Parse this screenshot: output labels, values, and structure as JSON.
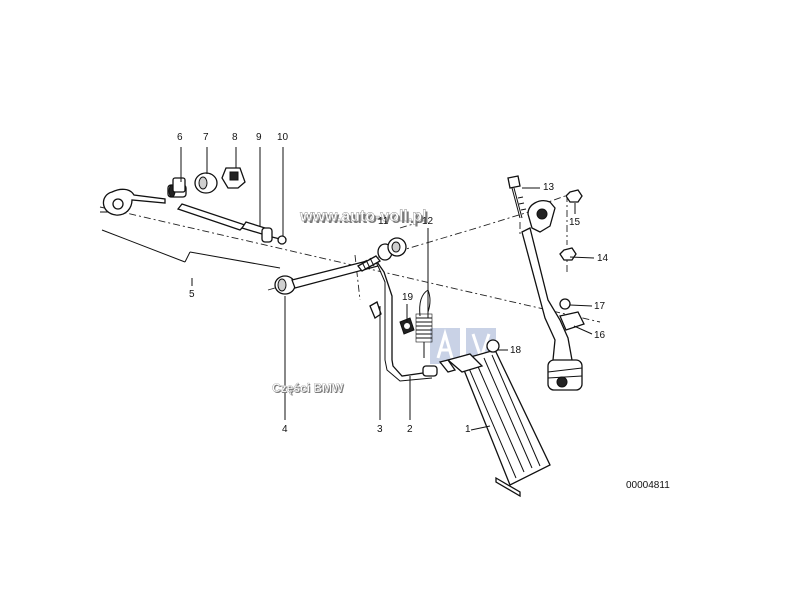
{
  "diagram_id": "00004811",
  "watermark_url": "www.auto-voll.pl",
  "watermark_brand": "Części BMW",
  "watermark_colors": {
    "text": "#ffffff",
    "shadow": "#7b7b7b",
    "logo": "#c9d2e6"
  },
  "callouts": [
    {
      "id": "c1",
      "text": "1"
    },
    {
      "id": "c2",
      "text": "2"
    },
    {
      "id": "c3",
      "text": "3"
    },
    {
      "id": "c4",
      "text": "4"
    },
    {
      "id": "c5",
      "text": "5"
    },
    {
      "id": "c6",
      "text": "6"
    },
    {
      "id": "c7",
      "text": "7"
    },
    {
      "id": "c8",
      "text": "8"
    },
    {
      "id": "c9",
      "text": "9"
    },
    {
      "id": "c10",
      "text": "10"
    },
    {
      "id": "c11",
      "text": "11"
    },
    {
      "id": "c12",
      "text": "12"
    },
    {
      "id": "c13",
      "text": "13"
    },
    {
      "id": "c14",
      "text": "14"
    },
    {
      "id": "c15",
      "text": "15"
    },
    {
      "id": "c16",
      "text": "16"
    },
    {
      "id": "c17",
      "text": "17"
    },
    {
      "id": "c18",
      "text": "18"
    },
    {
      "id": "c19",
      "text": "19"
    }
  ]
}
